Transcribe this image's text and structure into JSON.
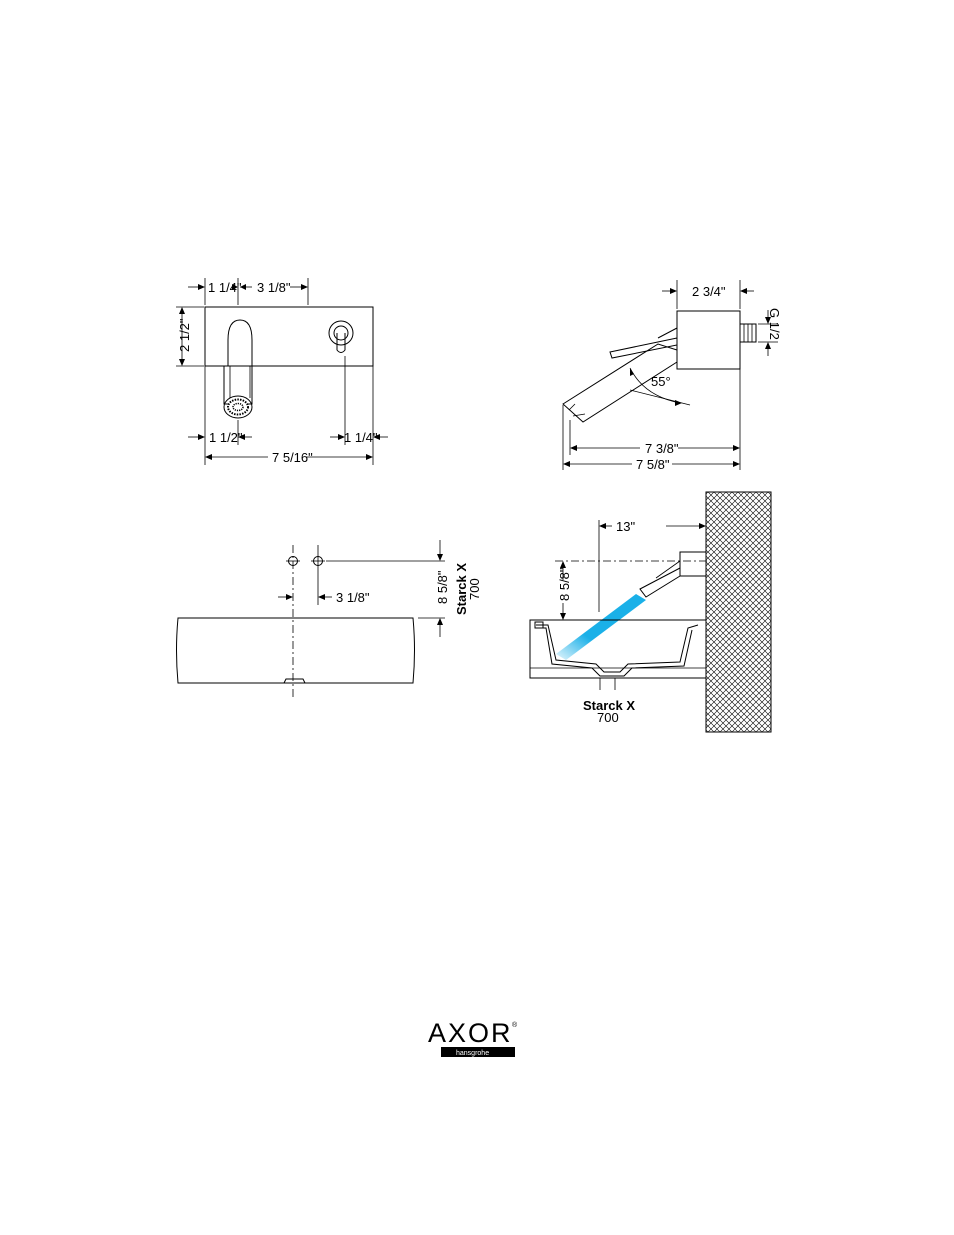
{
  "views": {
    "front": {
      "dim_top_left": "1 1/4\"",
      "dim_top_spacing": "3 1/8\"",
      "dim_height": "2 1/2\"",
      "dim_bottom_left": "1 1/2\"",
      "dim_bottom_right": "1 1/4\"",
      "dim_total_width": "7 5/16\""
    },
    "side": {
      "dim_depth": "2 3/4\"",
      "connection": "G 1/2",
      "angle": "55°",
      "dim_projection_inner": "7 3/8\"",
      "dim_projection_outer": "7 5/8\""
    },
    "basin_top": {
      "dim_height": "8 5/8\"",
      "dim_spacing": "3 1/8\"",
      "basin_name": "Starck X",
      "basin_number": "700"
    },
    "basin_side": {
      "dim_reach": "13\"",
      "dim_height": "8 5/8\"",
      "basin_name": "Starck X",
      "basin_number": "700"
    }
  },
  "brand": {
    "name": "AXOR",
    "registered": "®",
    "subline": "hansgrohe"
  },
  "colors": {
    "water": "#1ab0e8",
    "line": "#000000"
  }
}
